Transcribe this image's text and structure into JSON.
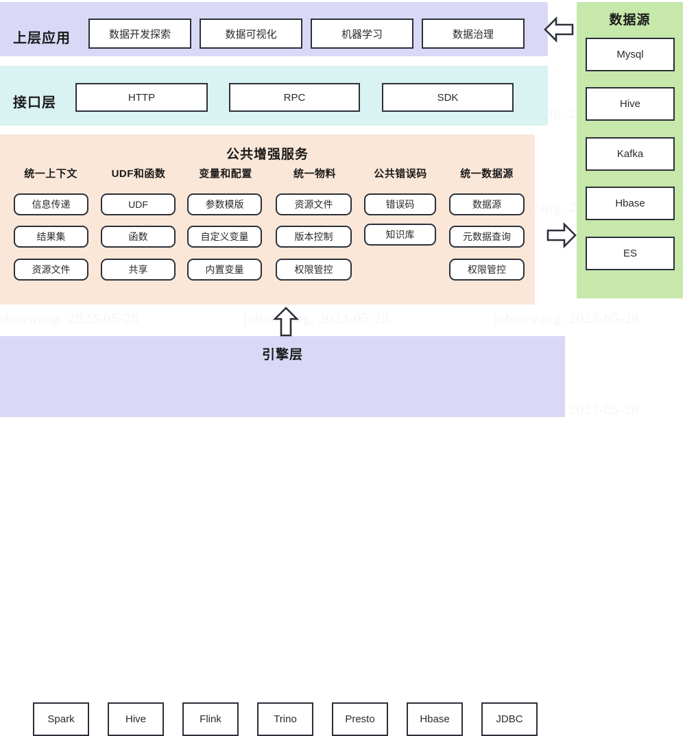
{
  "watermark": {
    "text": "johnnwang. 2023-05-28"
  },
  "layers": {
    "app": {
      "title": "上层应用",
      "items": [
        {
          "label": "数据开发探索"
        },
        {
          "label": "数据可视化"
        },
        {
          "label": "机器学习"
        },
        {
          "label": "数据治理"
        }
      ]
    },
    "api": {
      "title": "接口层",
      "items": [
        {
          "label": "HTTP"
        },
        {
          "label": "RPC"
        },
        {
          "label": "SDK"
        }
      ]
    },
    "services": {
      "title": "公共增强服务",
      "columns": [
        {
          "head": "统一上下文",
          "items": [
            "信息传递",
            "结果集",
            "资源文件"
          ]
        },
        {
          "head": "UDF和函数",
          "items": [
            "UDF",
            "函数",
            "共享"
          ]
        },
        {
          "head": "变量和配置",
          "items": [
            "参数模版",
            "自定义变量",
            "内置变量"
          ]
        },
        {
          "head": "统一物料",
          "items": [
            "资源文件",
            "版本控制",
            "权限管控"
          ]
        },
        {
          "head": "公共错误码",
          "items": [
            "错误码",
            "知识库"
          ]
        },
        {
          "head": "统一数据源",
          "items": [
            "数据源",
            "元数据查询",
            "权限管控"
          ]
        }
      ]
    },
    "engine": {
      "title": "引擎层",
      "items": [
        {
          "label": "Spark"
        },
        {
          "label": "Hive"
        },
        {
          "label": "Flink"
        },
        {
          "label": "Trino"
        },
        {
          "label": "Presto"
        },
        {
          "label": "Hbase"
        },
        {
          "label": "JDBC"
        }
      ]
    }
  },
  "datasource": {
    "title": "数据源",
    "items": [
      {
        "label": "Mysql"
      },
      {
        "label": "Hive"
      },
      {
        "label": "Kafka"
      },
      {
        "label": "Hbase"
      },
      {
        "label": "ES"
      }
    ]
  },
  "arrows": {
    "app_to_datasource": "arrow-left-icon",
    "services_to_datasource": "arrow-right-icon",
    "engine_to_services": "arrow-up-icon"
  },
  "colors": {
    "app_band": "#d9d9f7",
    "api_band": "#d9f2f2",
    "services_band": "#fae7d8",
    "engine_band": "#d9d9f7",
    "datasource_panel": "#c6e8ab",
    "box_border": "#2b2f38"
  }
}
